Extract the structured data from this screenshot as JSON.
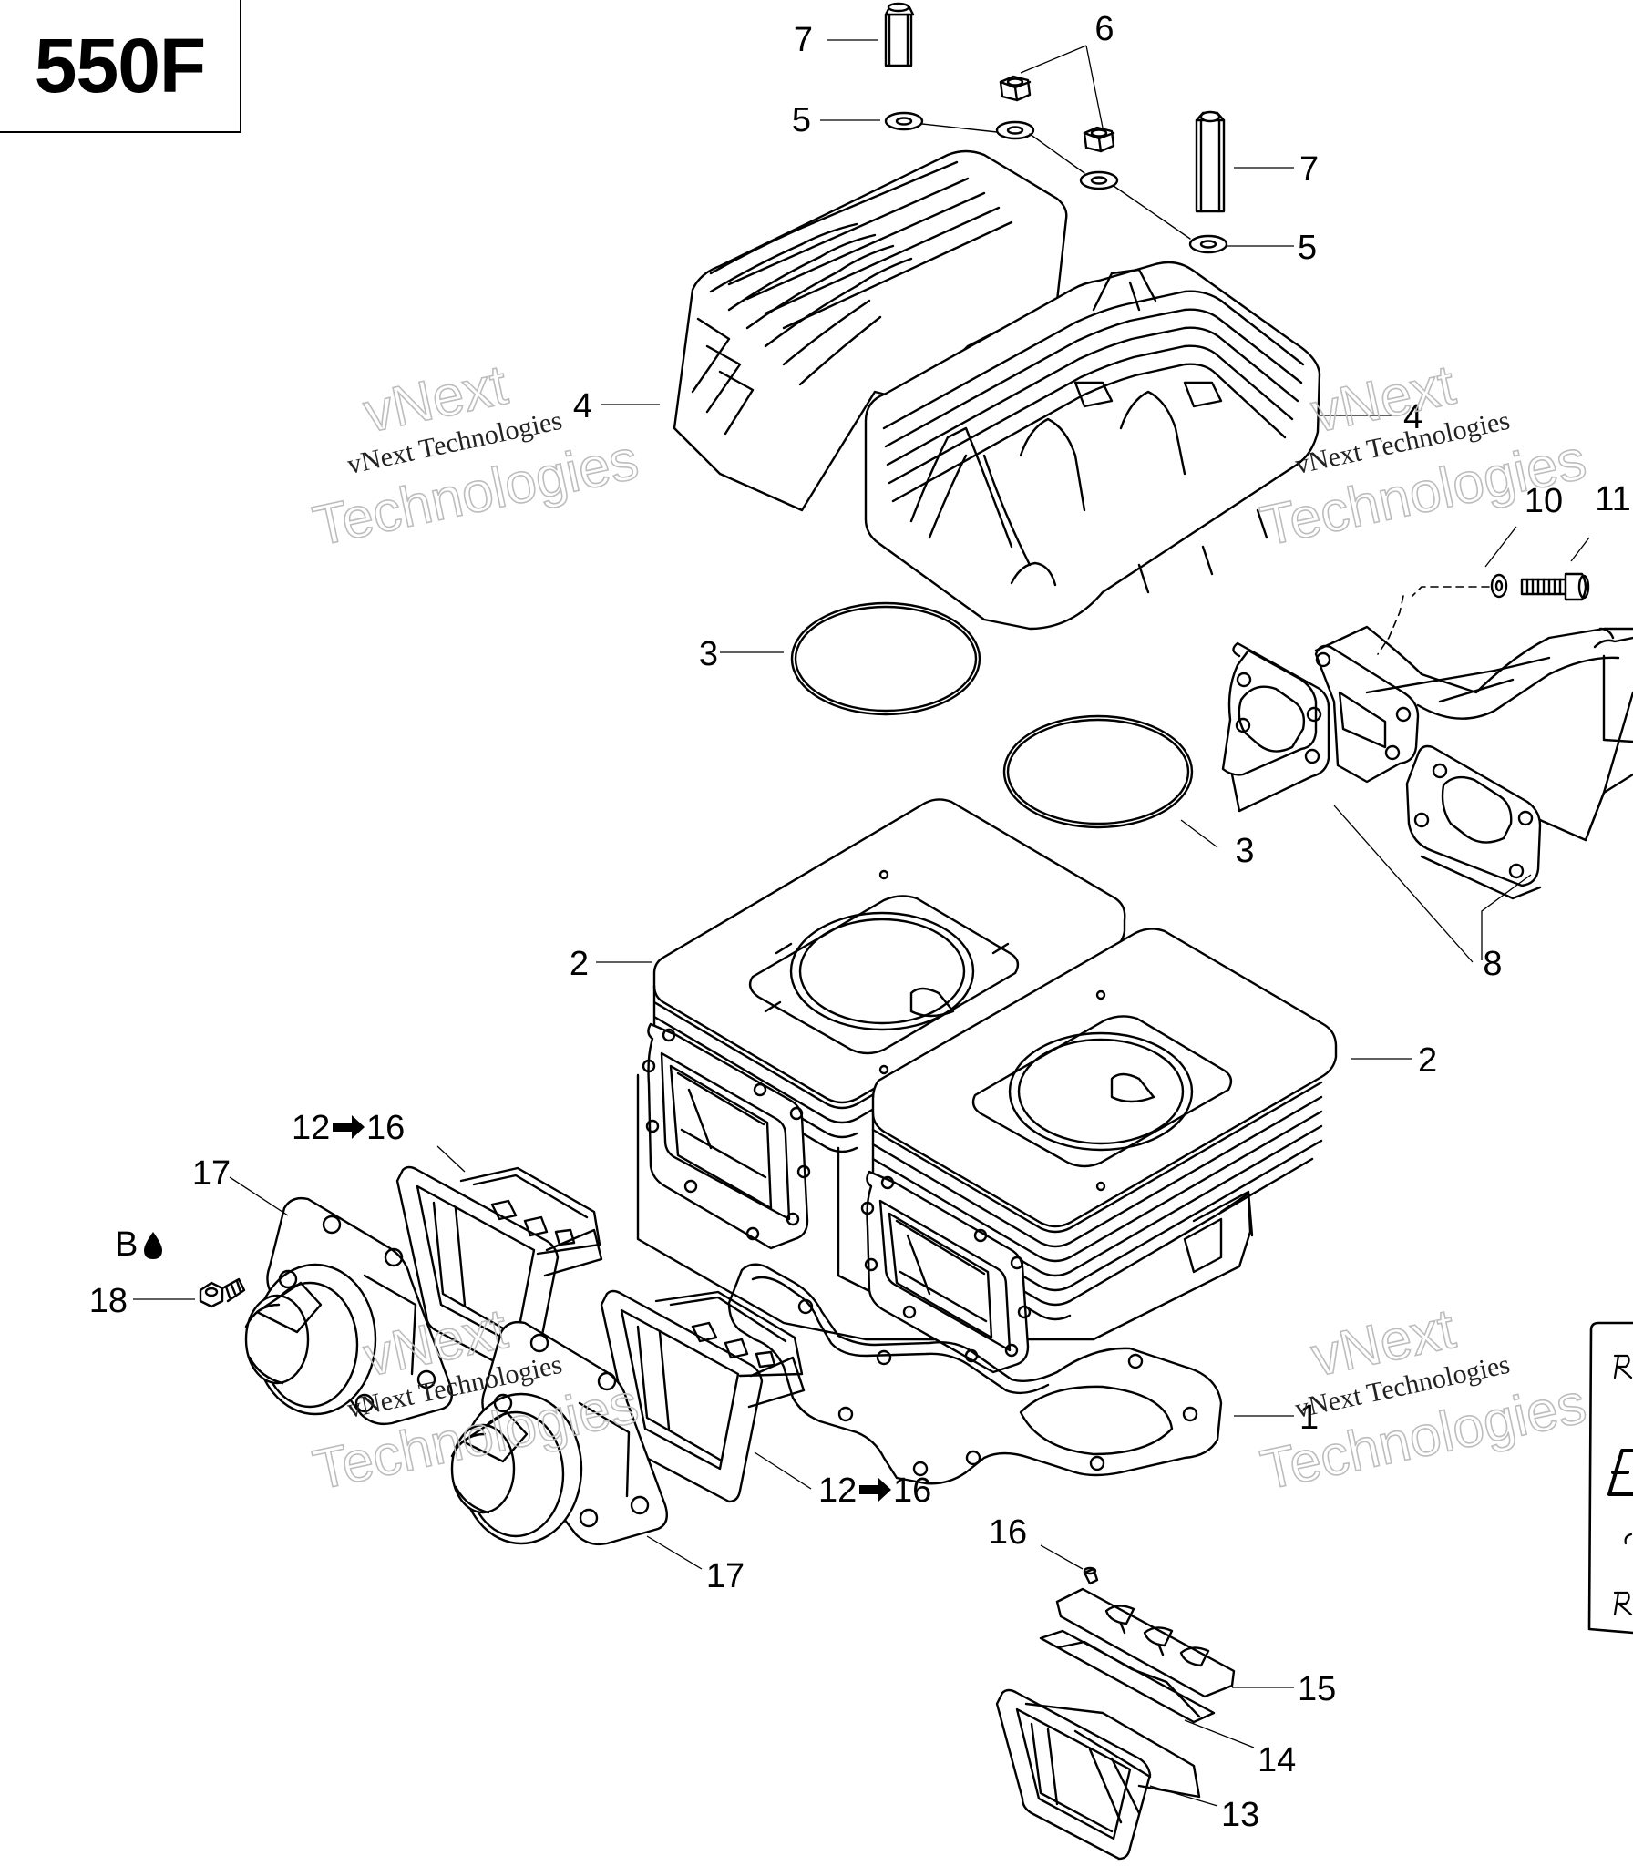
{
  "model": {
    "title": "550F"
  },
  "callouts": {
    "c1": "1",
    "c2a": "2",
    "c2b": "2",
    "c3a": "3",
    "c3b": "3",
    "c4a": "4",
    "c4b": "4",
    "c5a": "5",
    "c5b": "5",
    "c6": "6",
    "c7a": "7",
    "c7b": "7",
    "c8": "8",
    "c10": "10",
    "c11": "11",
    "c12a": "12",
    "c16a": "16",
    "c12b": "12",
    "c16b": "16",
    "c13": "13",
    "c14": "14",
    "c15": "15",
    "c16": "16",
    "c17a": "17",
    "c17b": "17",
    "c18": "18",
    "cB": "B"
  },
  "watermark": {
    "company": "vNext Technologies",
    "brand": "vNext",
    "sub": "Technologies"
  },
  "colors": {
    "line": "#000000",
    "watermark": "#bdbdbd",
    "background": "#ffffff"
  },
  "icons": {
    "range_arrow": "right-arrow-icon",
    "lubricant_drop": "oil-drop-icon"
  }
}
